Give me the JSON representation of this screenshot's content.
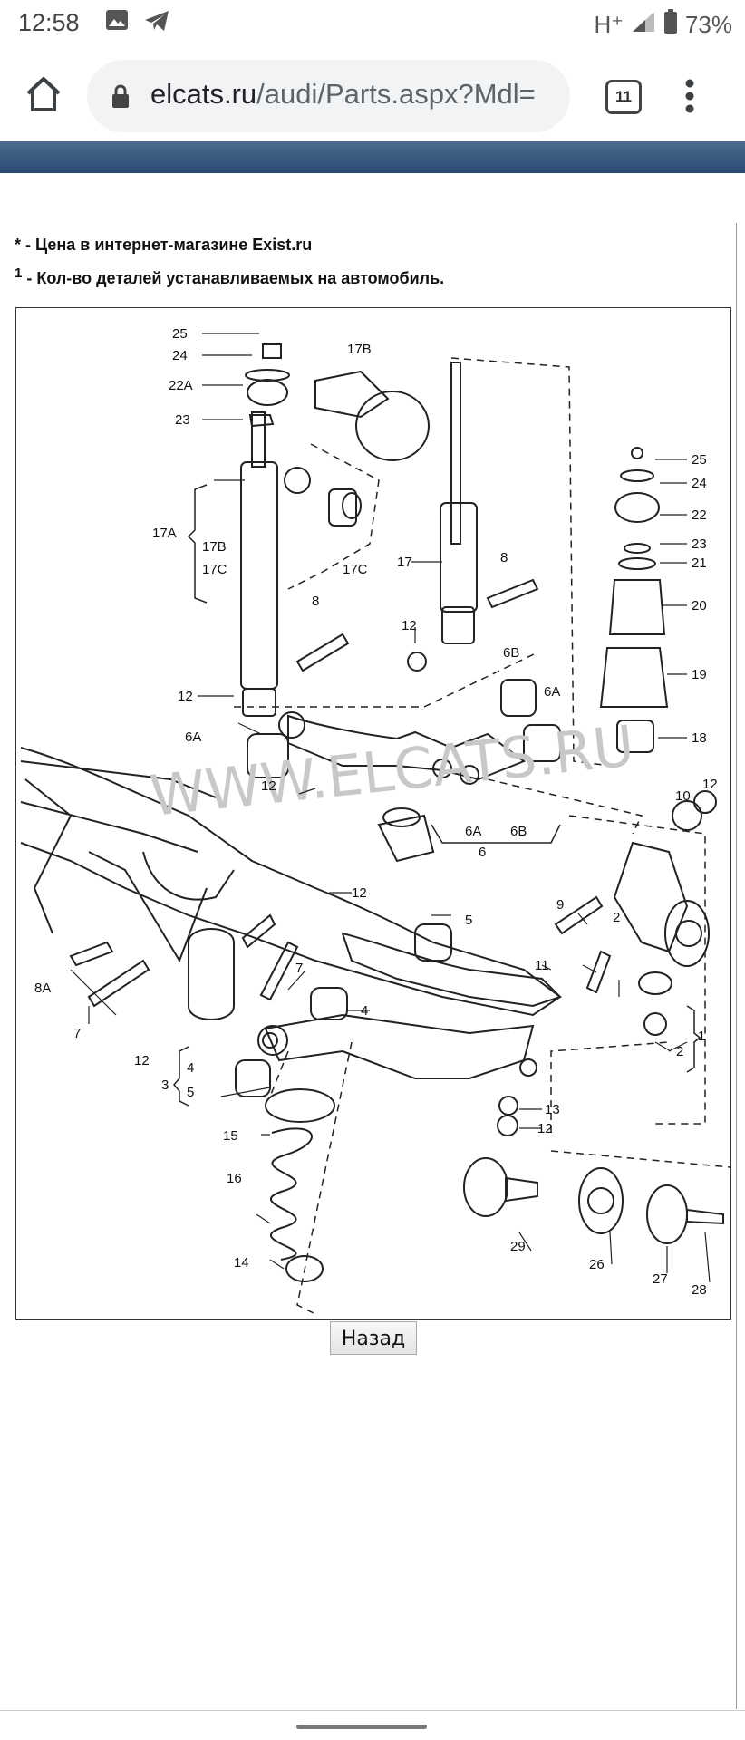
{
  "status_bar": {
    "time": "12:58",
    "network": "H⁺",
    "battery": "73%",
    "icons": [
      "image-icon",
      "telegram-icon",
      "signal-icon",
      "battery-icon"
    ]
  },
  "browser": {
    "url_host": "elcats.ru",
    "url_path": "/audi/Parts.aspx?Mdl=",
    "tab_count": "11"
  },
  "notes": {
    "price_mark": "*",
    "price_text": " - Цена в интернет-магазине Exist.ru",
    "qty_mark": "1",
    "qty_text": " - Кол-во деталей устанавливаемых на автомобиль."
  },
  "diagram": {
    "watermark": "WWW.ELCATS.RU",
    "callouts": {
      "c25a": "25",
      "c24a": "24",
      "c22aa": "22A",
      "c23a": "23",
      "c17b_top": "17B",
      "c17a": "17A",
      "c17b": "17B",
      "c17c": "17C",
      "c17c_b": "17C",
      "c8a": "8",
      "c12a": "12",
      "c6a_left": "6A",
      "c17": "17",
      "c8b": "8",
      "c12b": "12",
      "c6b": "6B",
      "c6a_r": "6A",
      "c25b": "25",
      "c24b": "24",
      "c22b": "22",
      "c23b": "23",
      "c21": "21",
      "c20": "20",
      "c19": "19",
      "c18": "18",
      "c10": "10",
      "c12c": "12",
      "c12d": "12",
      "c6a_bot": "6A",
      "c6b_bot": "6B",
      "c6": "6",
      "c12e": "12",
      "c9": "9",
      "c2a": "2",
      "c11": "11",
      "c1": "1",
      "c2b": "2",
      "c5": "5",
      "c7a": "7",
      "c4a": "4",
      "c8a_left": "8A",
      "c7b": "7",
      "c12f": "12",
      "c3": "3",
      "c4b": "4",
      "c5b": "5",
      "c13": "13",
      "c12g": "12",
      "c15": "15",
      "c16": "16",
      "c14": "14",
      "c29": "29",
      "c26": "26",
      "c27": "27",
      "c28": "28"
    }
  },
  "back_button": "Назад"
}
